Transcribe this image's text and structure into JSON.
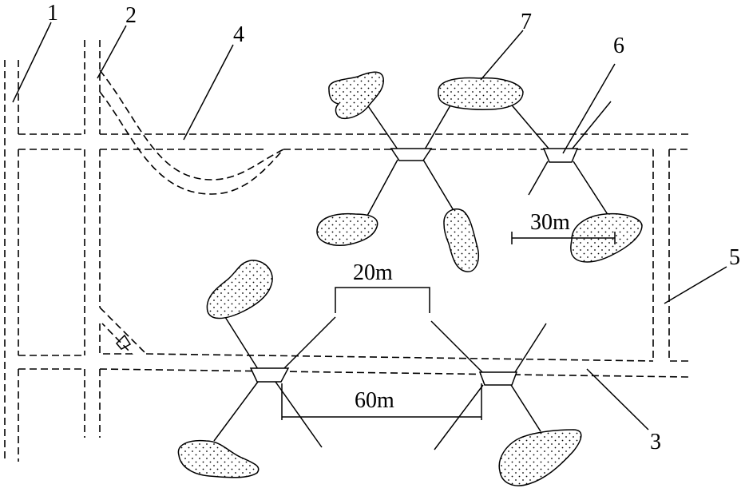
{
  "labels": {
    "one": "1",
    "two": "2",
    "three": "3",
    "four": "4",
    "five": "5",
    "six": "6",
    "seven": "7"
  },
  "dimensions": {
    "spacing_20": "20m",
    "spacing_30": "30m",
    "spacing_60": "60m"
  },
  "colors": {
    "line": "#000000",
    "background": "#ffffff"
  }
}
